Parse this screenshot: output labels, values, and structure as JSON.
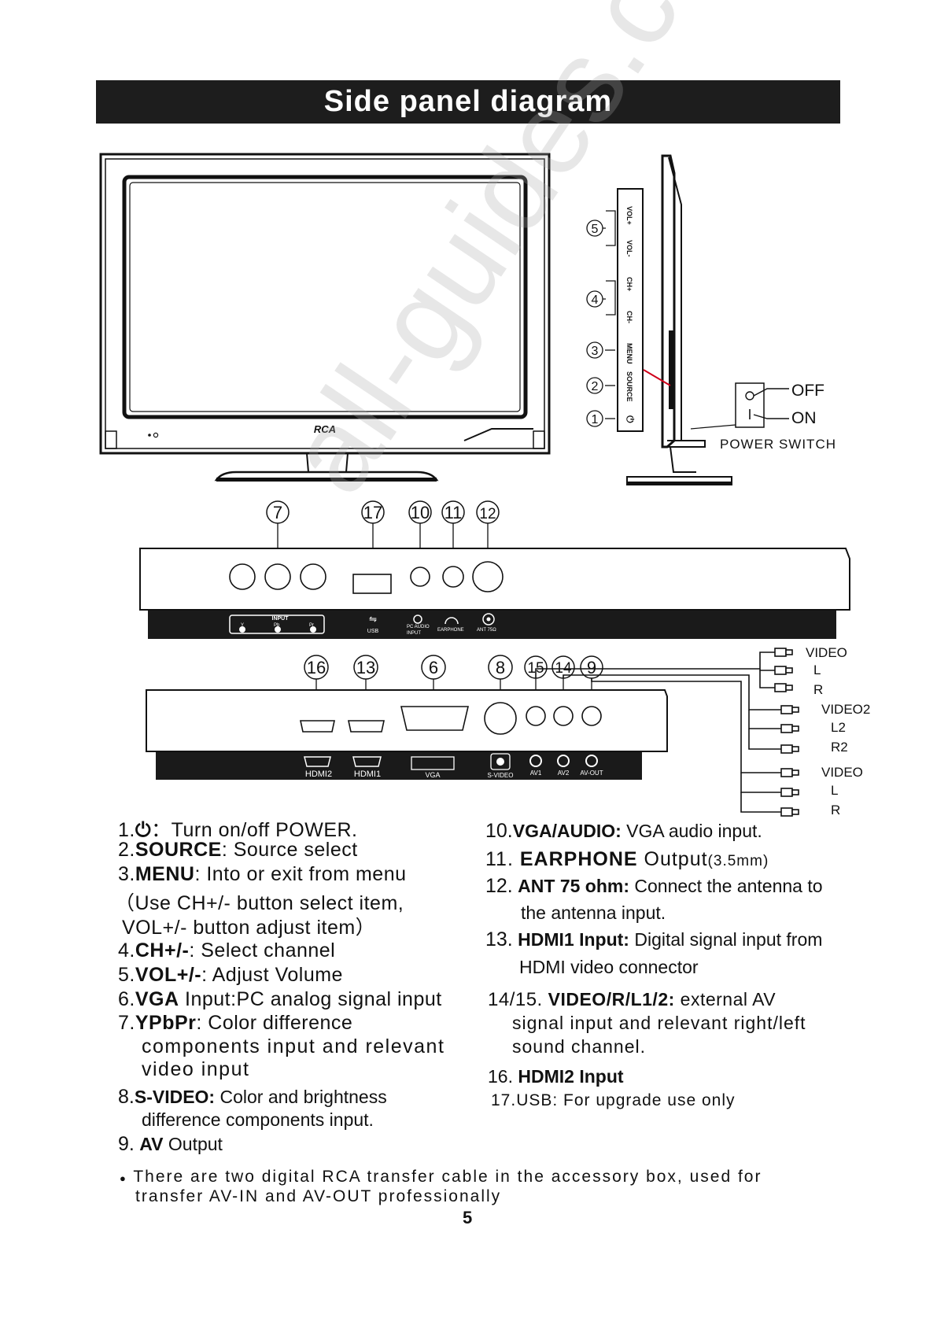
{
  "header": {
    "title": "Side panel diagram"
  },
  "tv": {
    "brand": "RCA"
  },
  "side_buttons": [
    "VOL+",
    "VOL-",
    "CH+",
    "CH-",
    "MENU",
    "SOURCE",
    "⏻"
  ],
  "callouts_side": [
    "5",
    "4",
    "3",
    "2",
    "1"
  ],
  "power_switch": {
    "off": "OFF",
    "on": "ON",
    "label": "POWER SWITCH",
    "off_symbol": "O",
    "on_symbol": "I"
  },
  "panel_top": {
    "callouts": [
      "7",
      "17",
      "10",
      "11",
      "12"
    ],
    "labels": {
      "input": "INPUT",
      "y": "Y",
      "pb": "Pb",
      "pr": "Pr",
      "usb": "USB",
      "pc_audio": "PC AUDIO",
      "pc_input": "INPUT",
      "earphone": "EARPHONE",
      "ant": "ANT 75Ω"
    }
  },
  "panel_bottom": {
    "callouts": [
      "16",
      "13",
      "6",
      "8",
      "15",
      "14",
      "9"
    ],
    "labels": {
      "hdmi2": "HDMI2",
      "hdmi1": "HDMI1",
      "vga": "VGA",
      "svideo": "S-VIDEO",
      "av1": "AV1",
      "av2": "AV2",
      "avout": "AV-OUT"
    }
  },
  "cables": [
    "VIDEO",
    "L",
    "R",
    "VIDEO2",
    "L2",
    "R2",
    "VIDEO",
    "L",
    "R"
  ],
  "left_list": {
    "i1_num": "1.",
    "i1_sym": "⏻",
    "i1_text": "：Turn on/off POWER.",
    "i2_num": "2.",
    "i2_key": "SOURCE",
    "i2_text": ": Source select",
    "i3_num": "3.",
    "i3_key": "MENU",
    "i3_text": ":  Into or exit from menu",
    "i3_line2": "（Use CH+/- button select item,",
    "i3_line3": " VOL+/- button adjust item）",
    "i4_num": "4.",
    "i4_key": "CH+/-",
    "i4_text": ":  Select channel",
    "i5_num": "5.",
    "i5_key": "VOL+/-",
    "i5_text": ":  Adjust Volume",
    "i6_num": "6.",
    "i6_key": "VGA",
    "i6_text": " Input:PC analog signal input",
    "i7_num": "7.",
    "i7_key": "YPbPr",
    "i7_text": ": Color  difference",
    "i7_line2": "components  input  and  relevant",
    "i7_line3": "video  input",
    "i8_num": "8.",
    "i8_key": "S-VIDEO:",
    "i8_text": " Color and brightness",
    "i8_line2": "difference components input.",
    "i9_num": "9.",
    "i9_key": "AV",
    "i9_text": " Output"
  },
  "right_list": {
    "i10_num": "10.",
    "i10_key": "VGA/AUDIO:",
    "i10_text": " VGA  audio input.",
    "i11_num": "11.",
    "i11_key": "EARPHONE",
    "i11_text": "  Output",
    "i11_small": "(3.5mm)",
    "i12_num": "12.",
    "i12_key": "ANT 75 ohm:",
    "i12_text": " Connect the antenna to",
    "i12_line2": "the antenna input.",
    "i13_num": "13.",
    "i13_key": "HDMI1 Input:",
    "i13_text": " Digital signal input from",
    "i13_line2": "HDMI video connector",
    "i14_num": "14/15.",
    "i14_key": "VIDEO/R/L1/2:",
    "i14_text": " external AV",
    "i14_line2": "signal input and relevant right/left",
    "i14_line3": "sound channel.",
    "i16_num": "16.",
    "i16_key": "HDMI2 Input",
    "i17_text": "17.USB:  For upgrade use only"
  },
  "note": {
    "bullet": "●",
    "line1": "There  are  two  digital  RCA  transfer  cable  in  the  accessory  box,  used  for",
    "line2": "transfer  AV-IN  and  AV-OUT  professionally"
  },
  "page_number": "5",
  "watermark": "all-guides.com"
}
